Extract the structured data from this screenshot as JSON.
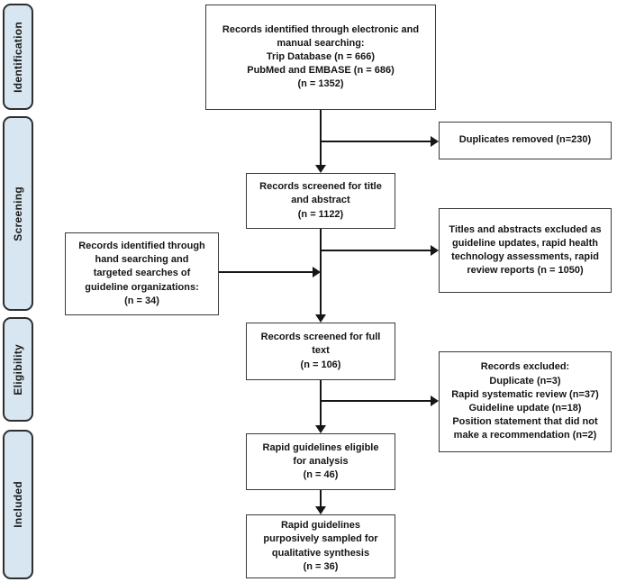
{
  "title": "PRISMA-style record selection flow diagram",
  "stages": [
    {
      "label": "Identification"
    },
    {
      "label": "Screening"
    },
    {
      "label": "Eligibility"
    },
    {
      "label": "Included"
    }
  ],
  "boxes": {
    "identified": {
      "text": "Records identified through electronic and\nmanual searching:\nTrip Database (n = 666)\nPubMed and EMBASE (n = 686)\n(n = 1352)"
    },
    "duplicates": {
      "text": "Duplicates removed (n=230)"
    },
    "screened_title": {
      "text": "Records screened for title\nand abstract\n(n = 1122)"
    },
    "titles_excluded": {
      "text": "Titles and abstracts excluded as\nguideline updates, rapid health\ntechnology assessments, rapid\nreview reports (n = 1050)"
    },
    "hand_search": {
      "text": "Records identified through\nhand searching and\ntargeted searches of\nguideline organizations:\n(n = 34)"
    },
    "full_text": {
      "text": "Records screened for full\ntext\n(n = 106)"
    },
    "records_excluded": {
      "text": "Records excluded:\nDuplicate (n=3)\nRapid systematic review (n=37)\nGuideline update (n=18)\nPosition statement that did not\nmake a recommendation (n=2)"
    },
    "eligible": {
      "text": "Rapid guidelines eligible\nfor analysis\n(n = 46)"
    },
    "sampled": {
      "text": "Rapid guidelines\npurposively sampled for\nqualitative synthesis\n(n = 36)"
    }
  },
  "colors": {
    "stage_fill": "#d7e6f0",
    "stage_border": "#2e2e2e",
    "box_border": "#3a3a3a",
    "line": "#161616",
    "text": "#141414",
    "background": "#ffffff"
  }
}
